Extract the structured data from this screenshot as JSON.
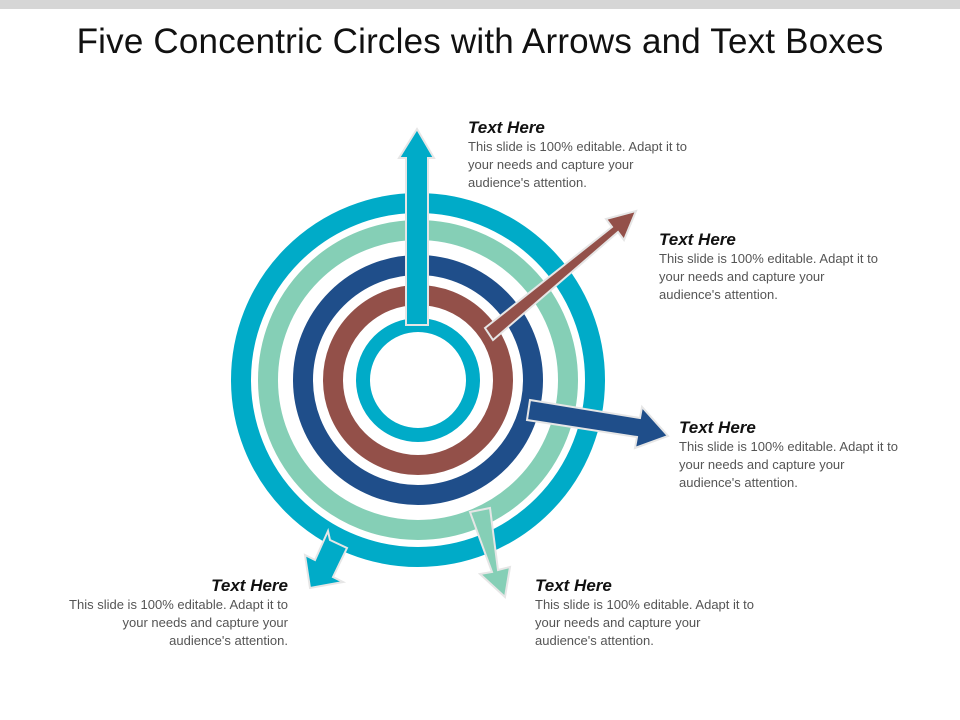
{
  "title": "Five Concentric Circles with Arrows and Text Boxes",
  "colors": {
    "cyan": "#00abc8",
    "mint": "#85cfb6",
    "navy": "#1f4e8a",
    "brown": "#935049",
    "outline": "#e6e6e6"
  },
  "text_boxes": [
    {
      "heading": "Text Here",
      "body": "This slide is 100% editable. Adapt it to your needs and capture your audience's attention."
    },
    {
      "heading": "Text Here",
      "body": "This slide is 100% editable. Adapt it to your needs and capture your audience's attention."
    },
    {
      "heading": "Text Here",
      "body": "This slide is 100% editable. Adapt it to your needs and capture your audience's attention."
    },
    {
      "heading": "Text Here",
      "body": "This slide is 100% editable. Adapt it to your needs and capture your audience's attention."
    },
    {
      "heading": "Text Here",
      "body": "This slide is 100% editable. Adapt it to your needs and capture your audience's attention."
    }
  ]
}
